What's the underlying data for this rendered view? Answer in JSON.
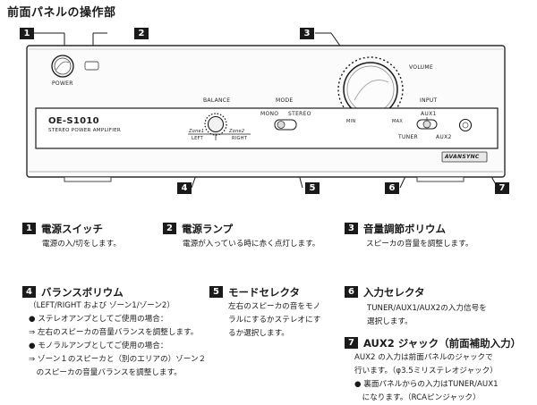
{
  "page_title": "前面パネルの操作部",
  "callouts": [
    "1",
    "2",
    "3",
    "4",
    "5",
    "6",
    "7"
  ],
  "panel": {
    "power_label": "POWER",
    "volume_label": "VOLUME",
    "vol_min": "MIN",
    "vol_max": "MAX",
    "model": "OE-S1010",
    "subtitle": "STEREO POWER AMPLIFIER",
    "balance_label": "BALANCE",
    "zone1": "Zone1",
    "zone2": "Zone2",
    "left": "LEFT",
    "right": "RIGHT",
    "mode_label": "MODE",
    "mono": "MONO",
    "stereo": "STEREO",
    "input_label": "INPUT",
    "aux1": "AUX1",
    "tuner": "TUNER",
    "aux2": "AUX2",
    "brand": "AVANSYNC"
  },
  "sections": [
    {
      "num": "1",
      "title": "電源スイッチ",
      "lines": [
        "電源の入/切をします。"
      ]
    },
    {
      "num": "2",
      "title": "電源ランプ",
      "lines": [
        "電源が入っている時に赤く点灯します。"
      ]
    },
    {
      "num": "3",
      "title": "音量調節ボリウム",
      "lines": [
        "スピーカの音量を調整します。"
      ]
    },
    {
      "num": "4",
      "title": "バランスボリウム",
      "lines": [
        "（LEFT/RIGHT および ゾーン1/ゾーン2）",
        "● ステレオアンプとしてご使用の場合：",
        "⇒ 左右のスピーカの音量バランスを調整します。",
        "● モノラルアンプとしてご使用の場合：",
        "⇒ ゾーン１のスピーカと（別のエリアの）ゾーン２",
        "　のスピーカの音量バランスを調整します。"
      ]
    },
    {
      "num": "5",
      "title": "モードセレクタ",
      "lines": [
        "左右のスピーカの音をモノ",
        "ラルにするかステレオにす",
        "るか選択します。"
      ]
    },
    {
      "num": "6",
      "title": "入力セレクタ",
      "lines": [
        "TUNER/AUX1/AUX2の入力信号を",
        "選択します。"
      ]
    },
    {
      "num": "7",
      "title": "AUX2 ジャック（前面補助入力）",
      "lines": [
        "AUX2 の入力は前面パネルのジャックで",
        "行います。（φ3.5ミリステレオジャック）",
        "● 裏面パネルからの入力はTUNER/AUX1",
        "　になります。（RCAピンジャック）"
      ]
    }
  ]
}
